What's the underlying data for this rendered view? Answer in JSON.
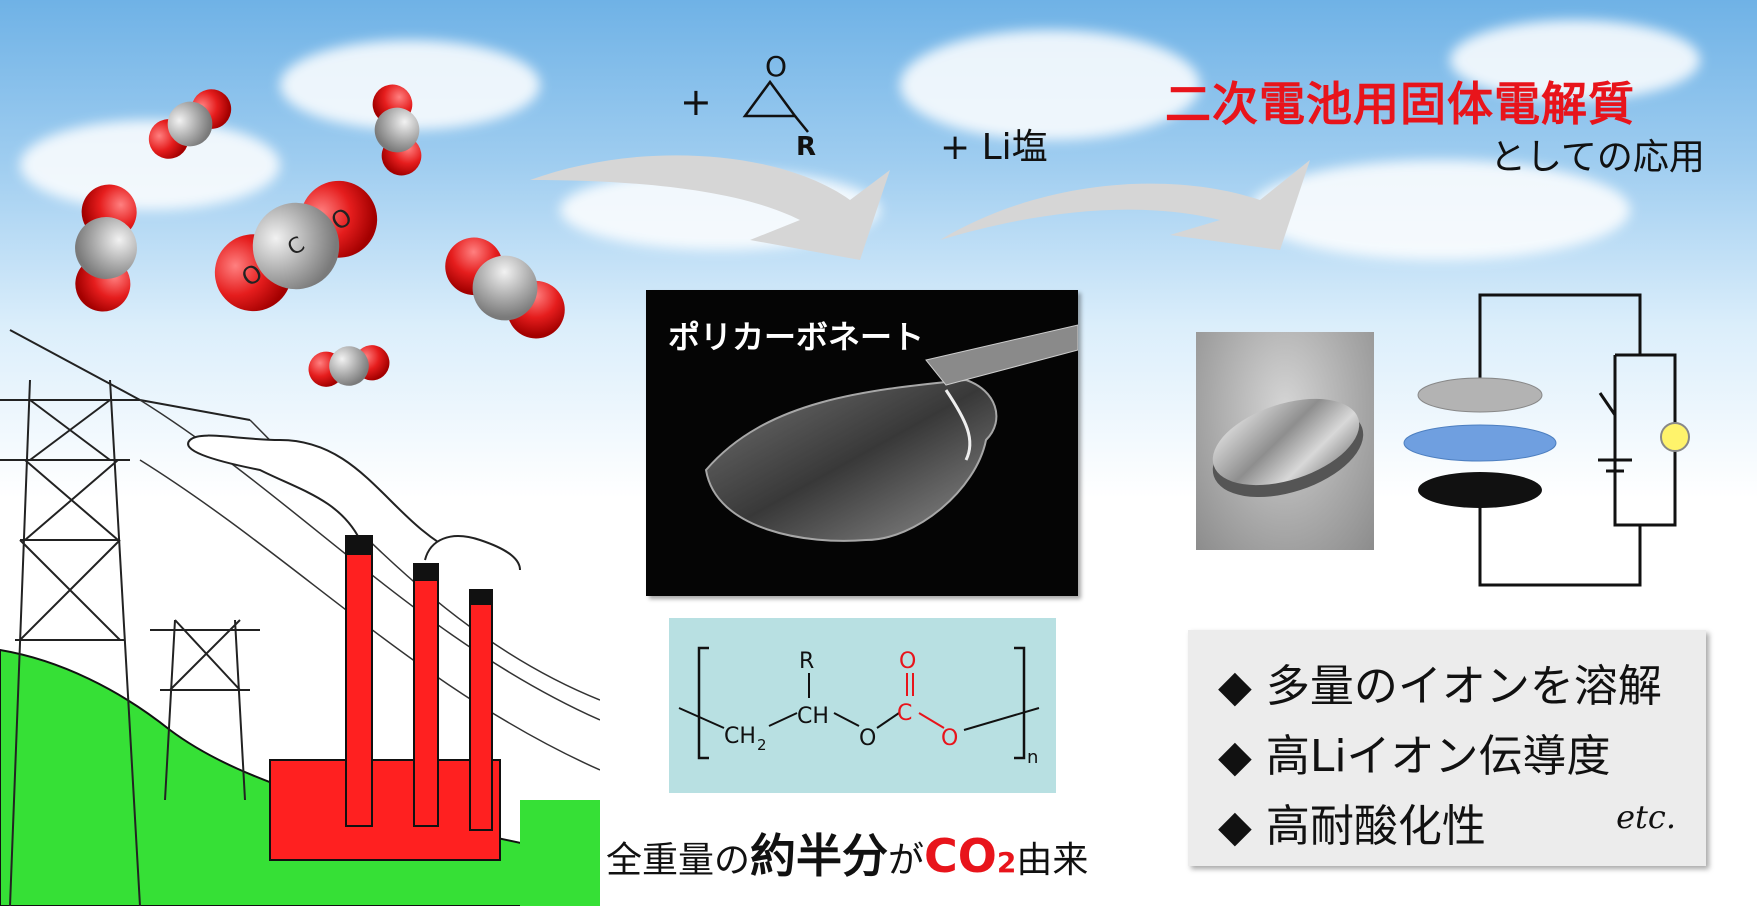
{
  "reaction": {
    "plus1": "+",
    "epoxide_o": "O",
    "epoxide_r": "R",
    "plus_li": "+ Li塩"
  },
  "application": {
    "title": "二次電池用固体電解質",
    "subtitle": "としての応用"
  },
  "photo": {
    "label": "ポリカーボネート"
  },
  "structure": {
    "r": "R",
    "ch": "CH",
    "ch2": "CH",
    "ch2_sub": "2",
    "o1": "O",
    "c": "C",
    "o_top": "O",
    "o2": "O",
    "n": "n"
  },
  "co2_molecule": {
    "o": "O",
    "c": "C"
  },
  "caption": {
    "part1": "全重量の",
    "part2": "約半分",
    "part3": "が",
    "co2": "CO",
    "co2_sub": "2",
    "part4": "由来"
  },
  "properties": {
    "items": [
      "◆ 多量のイオンを溶解",
      "◆ 高Liイオン伝導度",
      "◆ 高耐酸化性"
    ],
    "etc": "etc."
  },
  "colors": {
    "accent_red": "#e8141b",
    "chimney_red": "#ff2020",
    "ground_green": "#36e036",
    "box_teal": "#b8e0e2",
    "electrolyte_blue": "#6f9fe0"
  }
}
